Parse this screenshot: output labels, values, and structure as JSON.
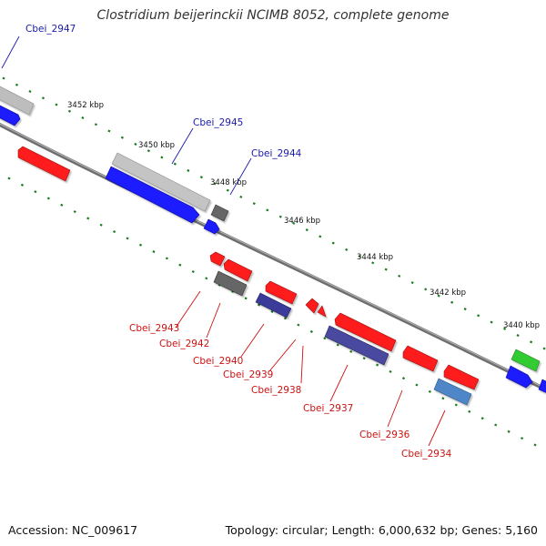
{
  "title": "Clostridium beijerinckii NCIMB 8052, complete genome",
  "footer": {
    "accession": "Accession: NC_009617",
    "stats": "Topology: circular; Length: 6,000,632 bp; Genes: 5,160"
  },
  "colors": {
    "backbone": "#7a7a7a",
    "ticks": "#1e7a1e",
    "forward_label": "#1a1aa8",
    "reverse_label": "#cc1111",
    "red": "#ff1a1a",
    "blue": "#1a1aff",
    "gray": "#b8b8b8",
    "darkgray": "#666666",
    "green": "#33cc33",
    "navy": "#3a3a99",
    "steelblue": "#4f86c8"
  },
  "ticks": [
    {
      "label": "3452 kbp"
    },
    {
      "label": "3450 kbp"
    },
    {
      "label": "3448 kbp"
    },
    {
      "label": "3446 kbp"
    },
    {
      "label": "3444 kbp"
    },
    {
      "label": "3442 kbp"
    },
    {
      "label": "3440 kbp"
    }
  ],
  "gene_labels": [
    {
      "text": "Cbei_2947",
      "strand": "forward"
    },
    {
      "text": "Cbei_2945",
      "strand": "forward"
    },
    {
      "text": "Cbei_2944",
      "strand": "forward"
    },
    {
      "text": "Cbei_2943",
      "strand": "reverse"
    },
    {
      "text": "Cbei_2942",
      "strand": "reverse"
    },
    {
      "text": "Cbei_2940",
      "strand": "reverse"
    },
    {
      "text": "Cbei_2939",
      "strand": "reverse"
    },
    {
      "text": "Cbei_2938",
      "strand": "reverse"
    },
    {
      "text": "Cbei_2937",
      "strand": "reverse"
    },
    {
      "text": "Cbei_2936",
      "strand": "reverse"
    },
    {
      "text": "Cbei_2934",
      "strand": "reverse"
    }
  ]
}
